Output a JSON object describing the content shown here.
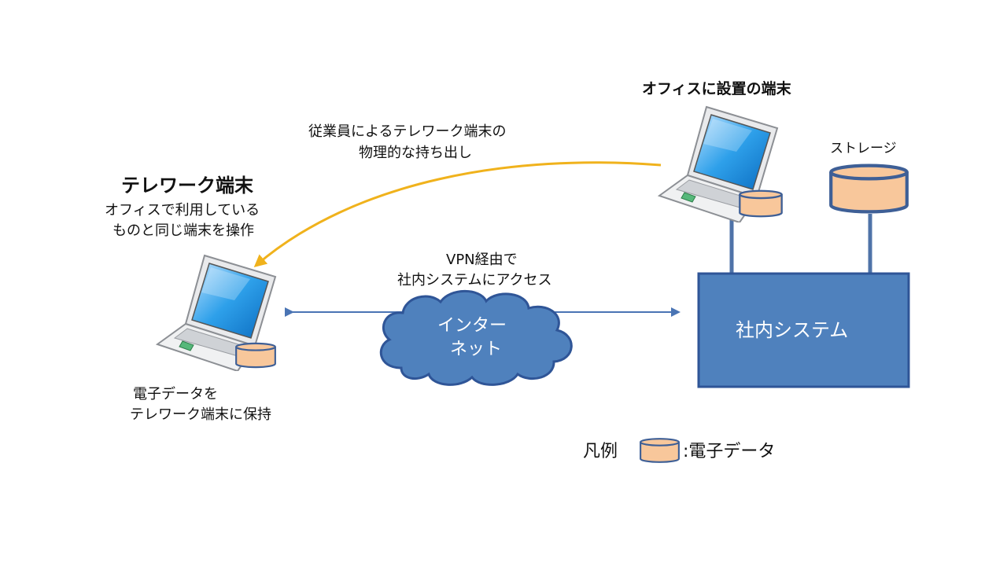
{
  "labels": {
    "office_terminal": "オフィスに設置の端末",
    "storage": "ストレージ",
    "carry_out_line1": "従業員によるテレワーク端末の",
    "carry_out_line2": "物理的な持ち出し",
    "telework_terminal": "テレワーク端末",
    "telework_desc_line1": "オフィスで利用している",
    "telework_desc_line2": "ものと同じ端末を操作",
    "vpn_line1": "VPN経由で",
    "vpn_line2": "社内システムにアクセス",
    "internet_line1": "インター",
    "internet_line2": "ネット",
    "internal_system": "社内システム",
    "data_line1": "電子データを",
    "data_line2": "テレワーク端末に保持",
    "legend_title": "凡例",
    "legend_item": ":電子データ"
  },
  "colors": {
    "system_box": "#4f81bd",
    "system_border": "#2f5597",
    "cylinder_fill": "#f8c79b",
    "cylinder_stroke": "#3e5f96",
    "cloud_fill": "#4f81bd",
    "arrow_blue": "#4a74b4",
    "arrow_yellow": "#f0b21c",
    "connector": "#4f73a8"
  },
  "icons": [
    "laptop-icon",
    "database-cylinder-icon",
    "cloud-icon"
  ]
}
